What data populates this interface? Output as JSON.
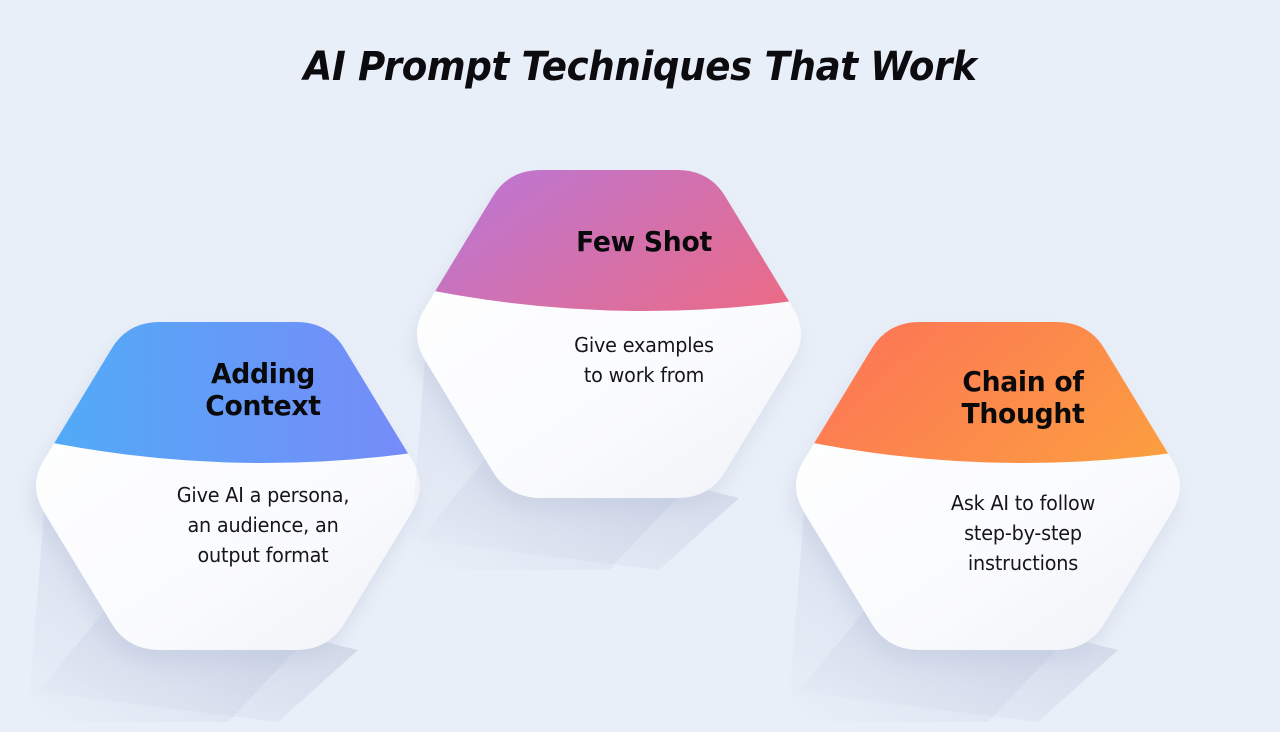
{
  "page": {
    "title": "AI Prompt Techniques That Work",
    "background_color": "#e9eff8",
    "title_color": "#0c0c10"
  },
  "cards": [
    {
      "id": "adding-context",
      "heading": "Adding\nContext",
      "body": "Give AI a persona,\nan audience, an\noutput format",
      "gradient_from": "#4fadf7",
      "gradient_to": "#8083f8",
      "body_bg_from": "#ffffff",
      "body_bg_to": "#eef0f6"
    },
    {
      "id": "few-shot",
      "heading": "Few Shot",
      "body": "Give examples\nto work from",
      "gradient_from": "#b877da",
      "gradient_to": "#ee6a80",
      "body_bg_from": "#ffffff",
      "body_bg_to": "#eef0f6"
    },
    {
      "id": "chain-of-thought",
      "heading": "Chain of\nThought",
      "body": "Ask AI to follow\nstep-by-step\ninstructions",
      "gradient_from": "#fc7258",
      "gradient_to": "#fca23e",
      "body_bg_from": "#ffffff",
      "body_bg_to": "#eef0f6"
    }
  ]
}
